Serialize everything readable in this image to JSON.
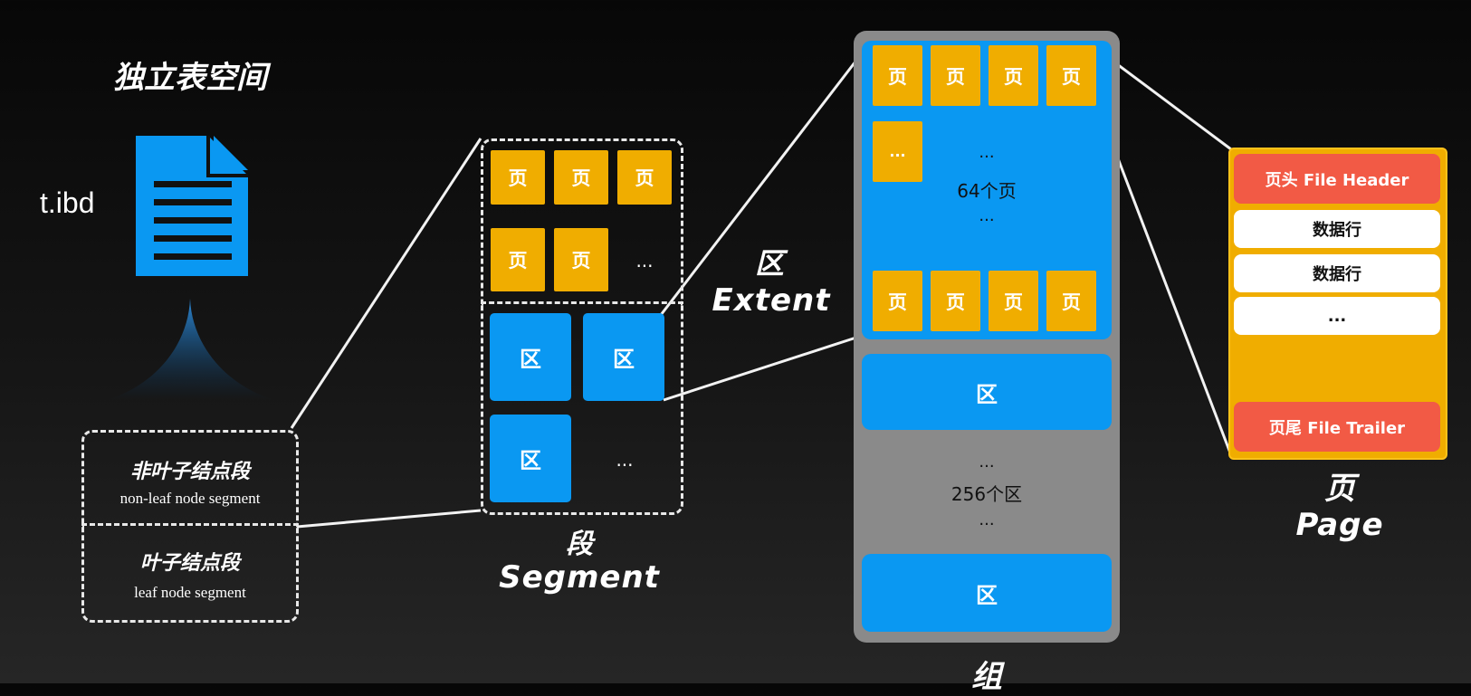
{
  "tablespace": {
    "title": "独立表空间",
    "file_name": "t.ibd"
  },
  "segments": {
    "non_leaf_cn": "非叶子结点段",
    "non_leaf_en": "non-leaf node segment",
    "leaf_cn": "叶子结点段",
    "leaf_en": "leaf node segment"
  },
  "segment_box": {
    "page_label": "页",
    "extent_label": "区",
    "ellipsis": "...",
    "title_cn": "段",
    "title_en": "Segment"
  },
  "extent_caption": {
    "cn": "区",
    "en": "Extent"
  },
  "group": {
    "page_label": "页",
    "ellipsis": "...",
    "pages_count": "64个页",
    "extent_label": "区",
    "extents_count": "256个区",
    "title_cn": "组"
  },
  "page_struct": {
    "header": "页头 File Header",
    "row1": "数据行",
    "row2": "数据行",
    "row_more": "...",
    "trailer": "页尾 File Trailer",
    "title_cn": "页",
    "title_en": "Page"
  },
  "colors": {
    "page_orange": "#f0ad00",
    "extent_blue": "#0a98f2",
    "header_red": "#f25a45",
    "group_gray": "#8a8a8a"
  }
}
